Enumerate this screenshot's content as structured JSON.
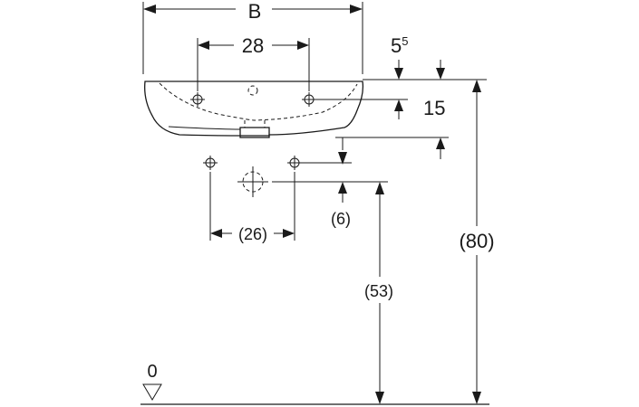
{
  "labels": {
    "width": "B",
    "hole_spacing": "28",
    "rim_base": "5",
    "rim_sup": "5",
    "overflow_depth": "15",
    "waste_offset": "(6)",
    "fixing_spacing": "(26)",
    "waste_height": "(53)",
    "rim_height": "(80)",
    "floor": "0"
  }
}
